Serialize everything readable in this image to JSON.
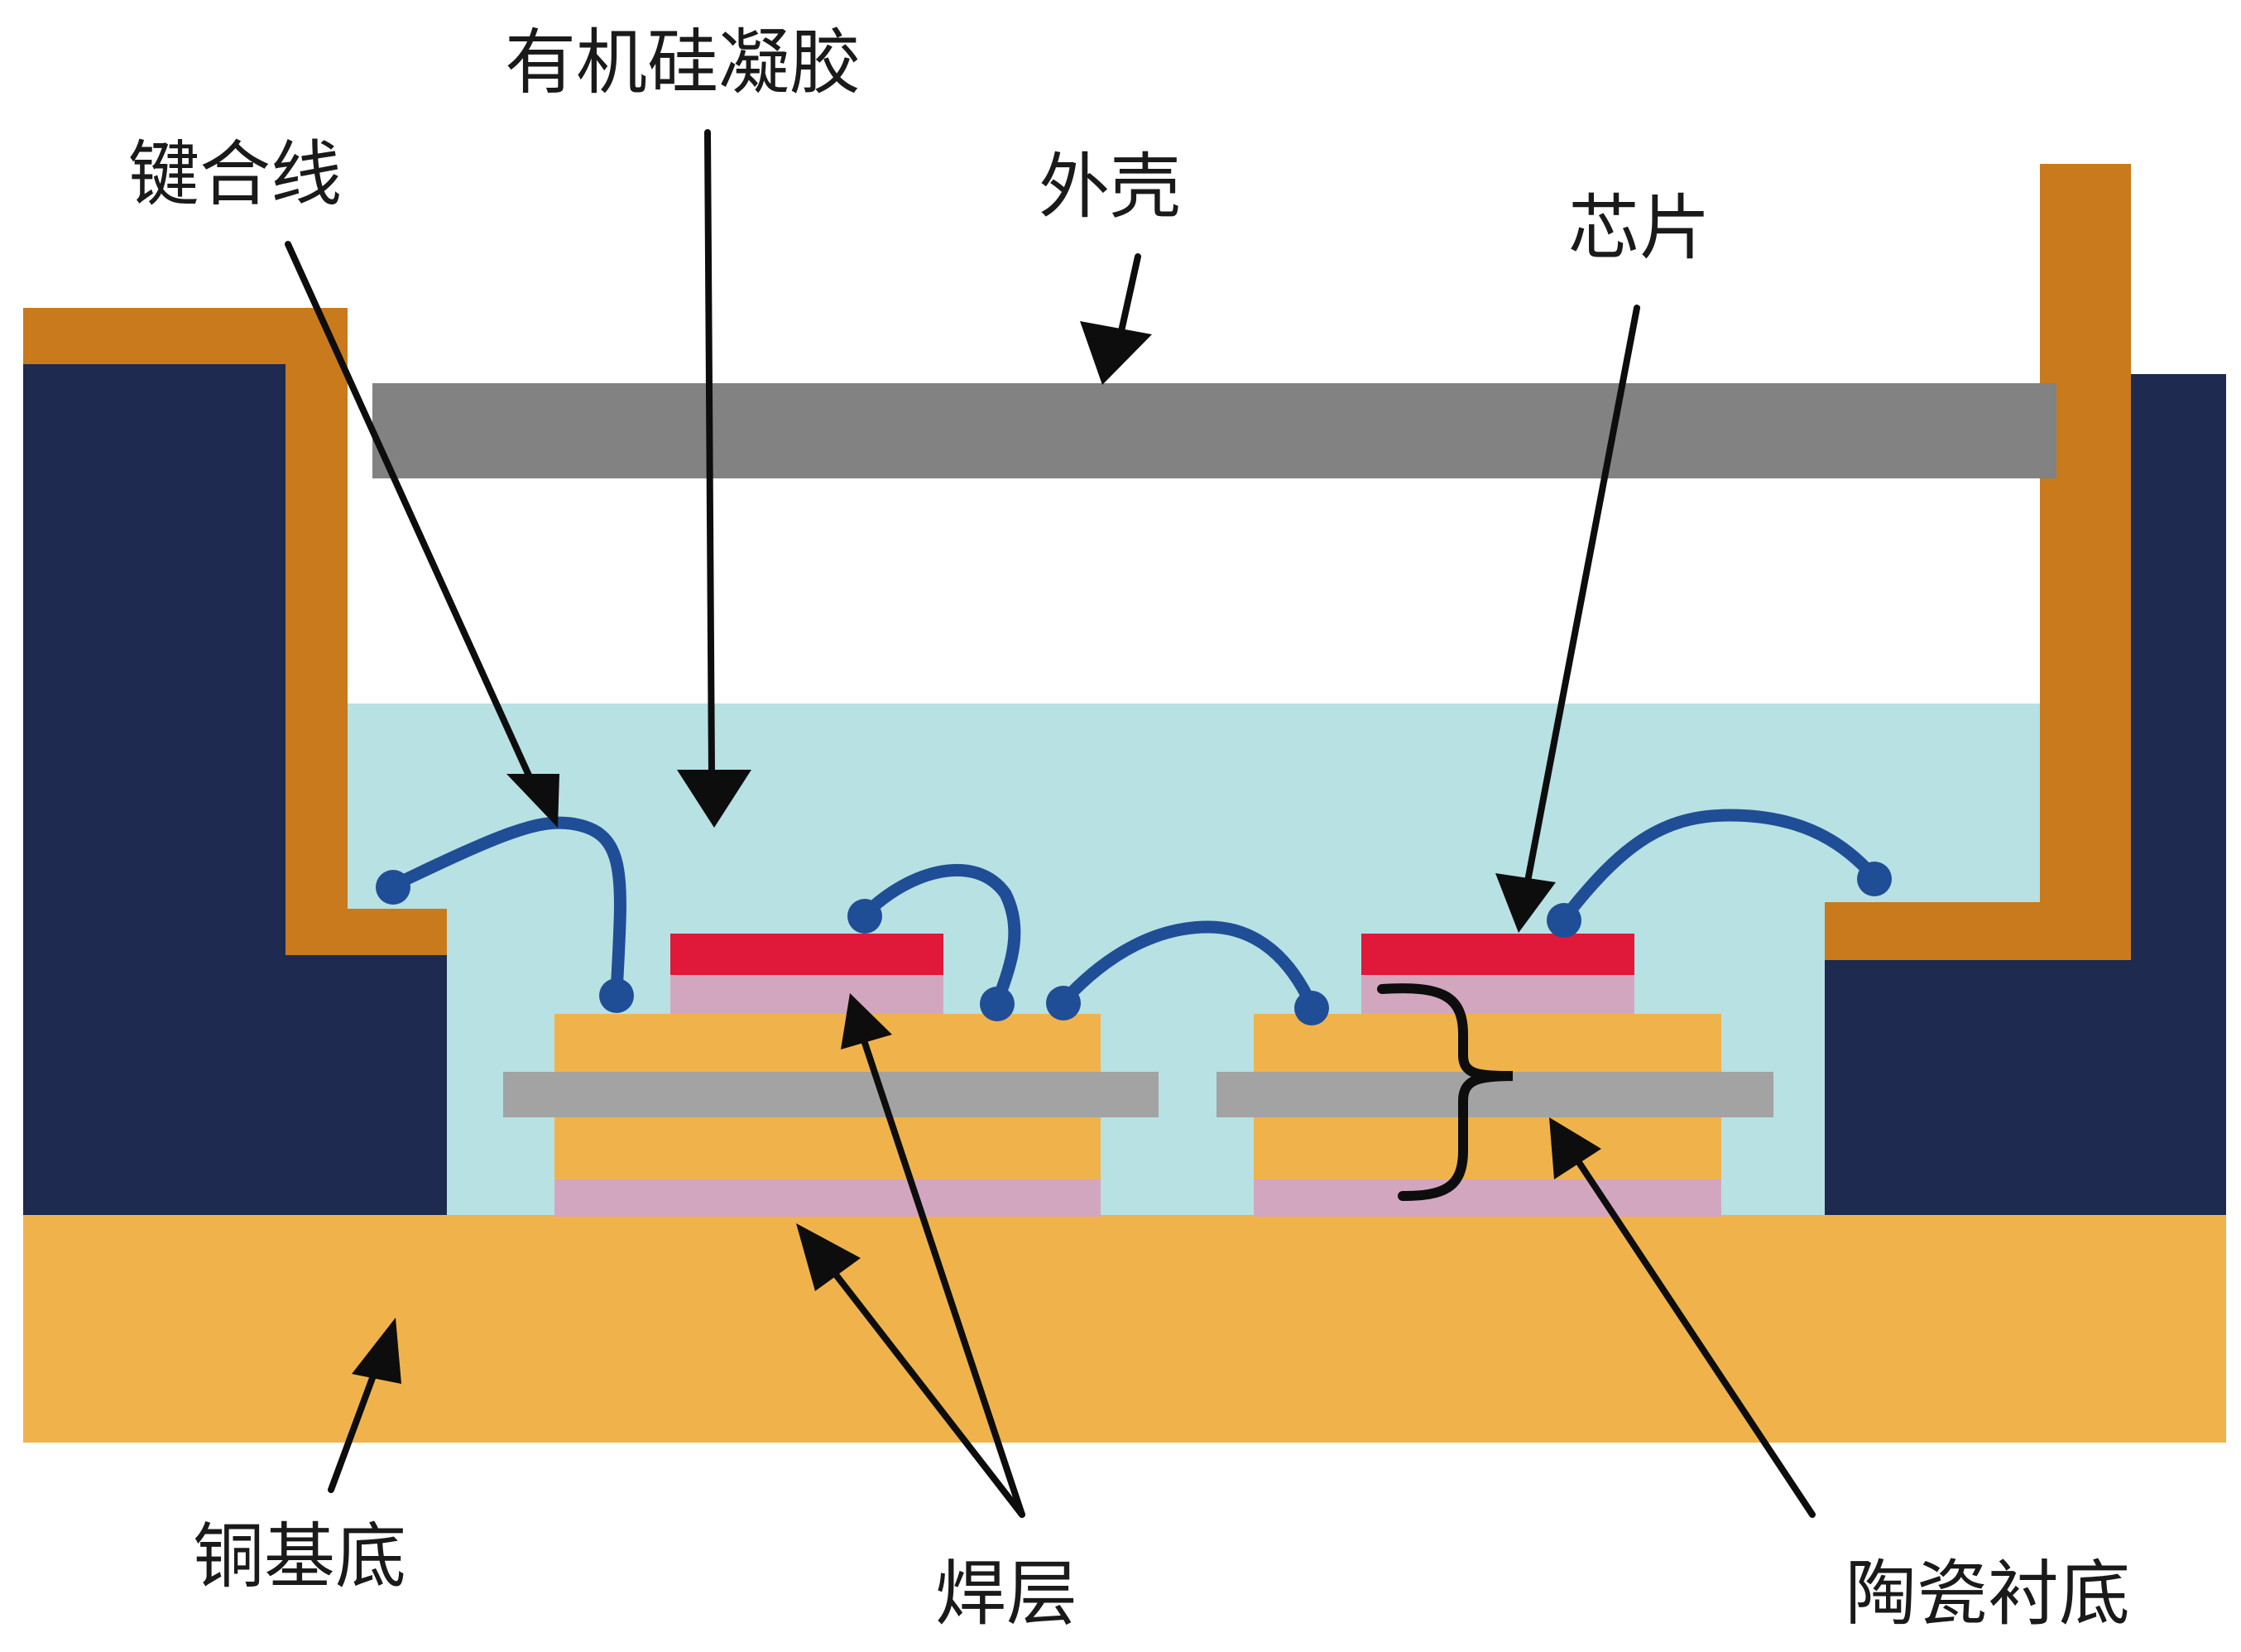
{
  "labels": {
    "gel": "有机硅凝胶",
    "bond_wire": "键合线",
    "housing": "外壳",
    "chip": "芯片",
    "copper_base": "铜基底",
    "solder": "焊层",
    "ceramic": "陶瓷衬底"
  },
  "colors": {
    "housing_orange": "#C97A1C",
    "housing_navy": "#1E2A4F",
    "lid_gray": "#828282",
    "gel_blue": "#B7E1E3",
    "copper_yellow": "#F0B34B",
    "chip_red": "#E0183A",
    "solder_pink": "#D3A6C0",
    "ceramic_gray": "#A3A3A3",
    "wire_blue": "#1F4E96",
    "arrow_black": "#0d0d0d"
  }
}
